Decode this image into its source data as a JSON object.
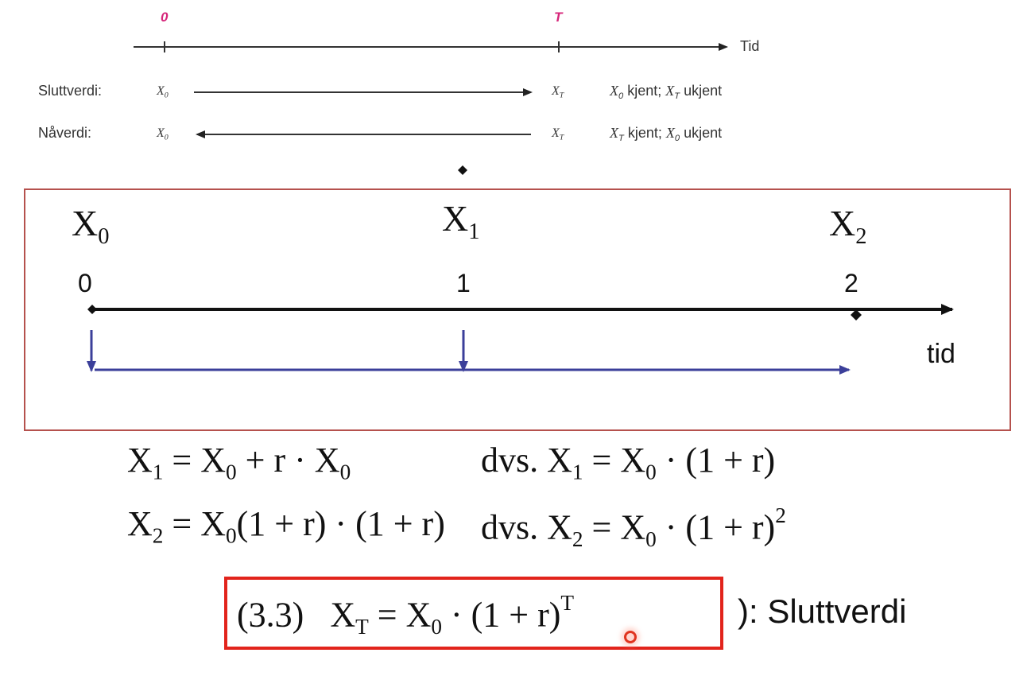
{
  "top": {
    "label_0": "0",
    "label_T": "T",
    "axis_label": "Tid",
    "rows": [
      {
        "label": "Sluttverdi:",
        "left": "X",
        "left_sub": "0",
        "right": "X",
        "right_sub": "T",
        "note_a": "X",
        "note_a_sub": "0",
        "note_a_text": " kjent; ",
        "note_b": "X",
        "note_b_sub": "T",
        "note_b_text": " ukjent"
      },
      {
        "label": "Nåverdi:",
        "left": "X",
        "left_sub": "0",
        "right": "X",
        "right_sub": "T",
        "note_a": "X",
        "note_a_sub": "T",
        "note_a_text": " kjent; ",
        "note_b": "X",
        "note_b_sub": "0",
        "note_b_text": " ukjent"
      }
    ]
  },
  "panel": {
    "values": [
      {
        "var": "X",
        "sub": "0",
        "tick": "0"
      },
      {
        "var": "X",
        "sub": "1",
        "tick": "1"
      },
      {
        "var": "X",
        "sub": "2",
        "tick": "2"
      }
    ],
    "axis_label": "tid"
  },
  "equations": {
    "eq1_left": "X",
    "eq1": {
      "a": "X",
      "a_sub": "1",
      "b": " = X",
      "b_sub": "0",
      "c": " + r · X",
      "c_sub": "0",
      "dvs": "dvs.",
      "d": "X",
      "d_sub": "1",
      "e": " = X",
      "e_sub": "0",
      "f": " · (1 + r)"
    },
    "eq2": {
      "a": "X",
      "a_sub": "2",
      "b": " = X",
      "b_sub": "0",
      "c": "(1 + r) · (1 + r)",
      "dvs": "dvs.",
      "d": "X",
      "d_sub": "2",
      "e": " = X",
      "e_sub": "0",
      "f": " · (1 + r)",
      "f_sup": "2"
    }
  },
  "formula": {
    "number": "(3.3)",
    "a": "X",
    "a_sub": "T",
    "b": " = X",
    "b_sub": "0",
    "c": " · (1 + r)",
    "c_sup": "T",
    "tail": "): Sluttverdi"
  },
  "colors": {
    "pink": "#d6267a",
    "panel_border": "#b5514d",
    "formula_border": "#e2241c",
    "blue_arrow": "#3b3f9a"
  }
}
